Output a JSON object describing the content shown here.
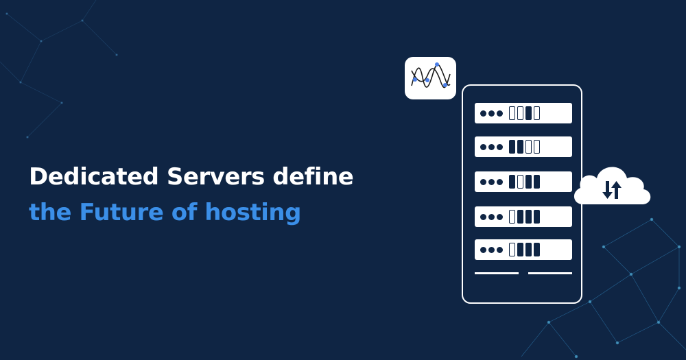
{
  "headline": {
    "line1": "Dedicated Servers define",
    "line2": "the Future of hosting"
  },
  "colors": {
    "background": "#0f2544",
    "heading_white": "#ffffff",
    "heading_blue": "#3b8fe8",
    "accent_dot": "#4a7ee8"
  },
  "icons": {
    "chart": "line-chart-icon",
    "server": "server-rack-icon",
    "cloud": "cloud-transfer-icon"
  },
  "server": {
    "racks": [
      [
        0,
        0,
        1,
        0
      ],
      [
        1,
        1,
        0,
        0
      ],
      [
        1,
        0,
        1,
        1
      ],
      [
        0,
        1,
        1,
        1
      ],
      [
        0,
        1,
        1,
        1
      ]
    ]
  }
}
